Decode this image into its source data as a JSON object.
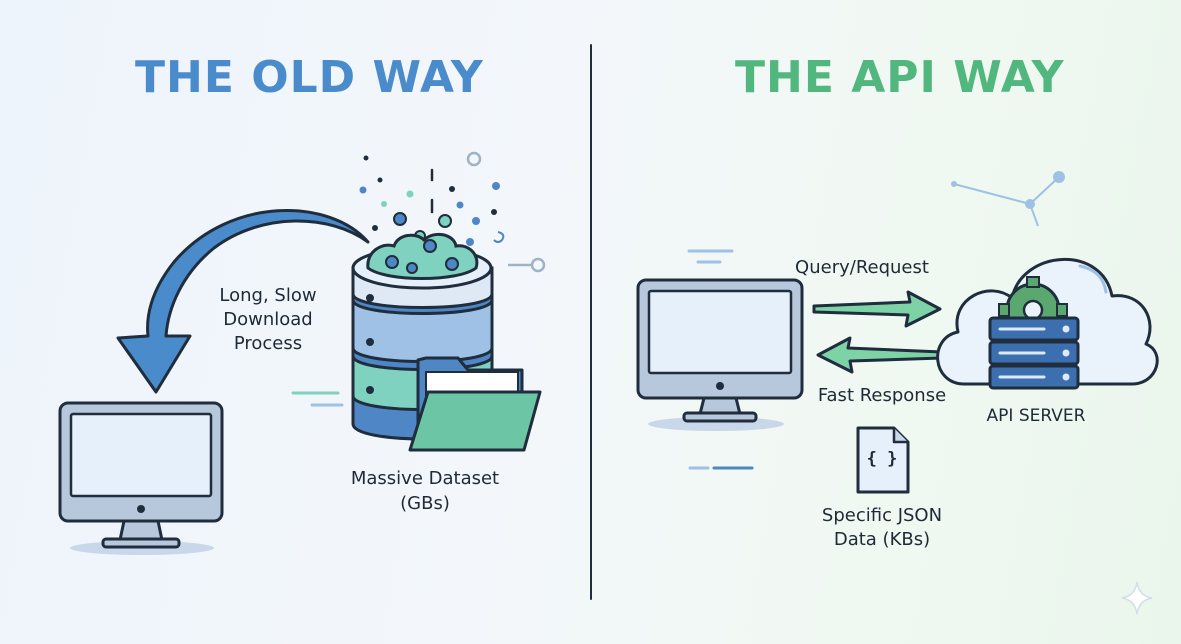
{
  "old_way": {
    "title": "THE OLD WAY",
    "download_label": [
      "Long, Slow",
      "Download",
      "Process"
    ],
    "dataset_label": [
      "Massive Dataset",
      "(GBs)"
    ]
  },
  "api_way": {
    "title": "THE API WAY",
    "request_label": "Query/Request",
    "response_label": "Fast Response",
    "server_label": "API SERVER",
    "json_icon_text": "{ }",
    "json_label": [
      "Specific JSON",
      "Data (KBs)"
    ]
  },
  "colors": {
    "old_accent": "#4a8bcc",
    "api_accent": "#52b77e",
    "outline": "#1f2d3d",
    "screen": "#e6f0fb",
    "monitor_body": "#b7c8dd",
    "db_blue": "#4f86c6",
    "db_light_blue": "#9fc1e6",
    "db_teal": "#7fd1c0",
    "folder_green": "#6cc6a6",
    "server_blue": "#3b6fb0",
    "gear_green": "#5aa870"
  },
  "icons": [
    "monitor-icon",
    "database-icon",
    "folder-icon",
    "curved-arrow-icon",
    "cloud-icon",
    "server-icon",
    "gear-icon",
    "request-arrow-icon",
    "response-arrow-icon",
    "json-file-icon",
    "network-nodes-icon",
    "sparkle-icon"
  ]
}
